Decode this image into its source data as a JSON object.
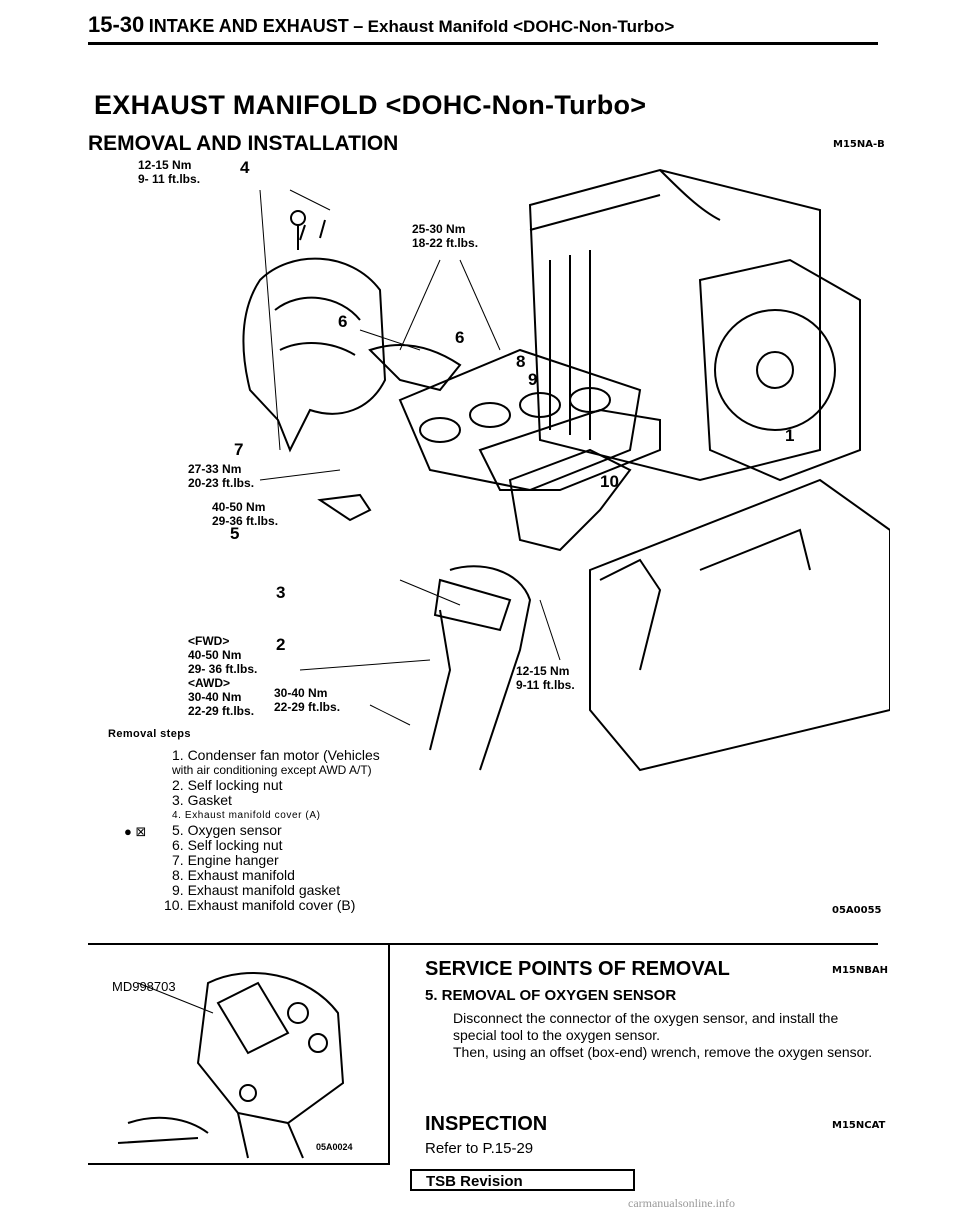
{
  "header": {
    "page_number": "15-30",
    "section": "INTAKE AND EXHAUST",
    "dash": "–",
    "subsection": "Exhaust Manifold <DOHC-Non-Turbo>"
  },
  "title": "EXHAUST MANIFOLD <DOHC-Non-Turbo>",
  "section_title": "REMOVAL AND INSTALLATION",
  "code_removal": "M15NA-B",
  "torques": {
    "t1_a": "12-15 Nm",
    "t1_b": "9- 11 ft.lbs.",
    "t2_a": "25-30 Nm",
    "t2_b": "18-22 ft.lbs.",
    "t3_a": "27-33 Nm",
    "t3_b": "20-23 ft.lbs.",
    "t4_a": "40-50 Nm",
    "t4_b": "29-36 ft.lbs.",
    "t5_fwd": "<FWD>",
    "t5_a": "40-50 Nm",
    "t5_b": "29- 36 ft.lbs.",
    "t5_awd": "<AWD>",
    "t5_c": "30-40 Nm",
    "t5_d": "22-29 ft.lbs.",
    "t6_a": "30-40 Nm",
    "t6_b": "22-29 ft.lbs.",
    "t7_a": "12-15 Nm",
    "t7_b": "9-11 ft.lbs."
  },
  "callouts": {
    "c1": "1",
    "c2": "2",
    "c3": "3",
    "c4": "4",
    "c5": "5",
    "c6a": "6",
    "c6b": "6",
    "c7": "7",
    "c8": "8",
    "c9": "9",
    "c10": "10"
  },
  "diagram_code": "05A0055",
  "removal_steps_title": "Removal steps",
  "removal_steps": [
    "1. Condenser fan motor (Vehicles",
    "with air conditioning except AWD A/T)",
    "2. Self locking nut",
    "3. Gasket",
    "4. Exhaust manifold cover (A)",
    "5. Oxygen sensor",
    "6. Self locking nut",
    "7. Engine hanger",
    "8. Exhaust manifold",
    "9. Exhaust manifold gasket",
    "10. Exhaust manifold cover (B)"
  ],
  "step5_marks": "● ⊠",
  "inset": {
    "tool": "MD998703",
    "code": "05A0024"
  },
  "service_points": {
    "title": "SERVICE POINTS OF REMOVAL",
    "code": "M15NBAH",
    "subtitle": "5. REMOVAL OF OXYGEN SENSOR",
    "p1": "Disconnect the connector of the oxygen sensor, and install the special tool to the oxygen sensor.",
    "p2": "Then, using an offset (box-end) wrench, remove the oxygen sensor."
  },
  "inspection": {
    "title": "INSPECTION",
    "code": "M15NCAT",
    "text": "Refer to P.15-29"
  },
  "tsb_revision": "TSB Revision",
  "footer_url": "carmanualsonline.info"
}
